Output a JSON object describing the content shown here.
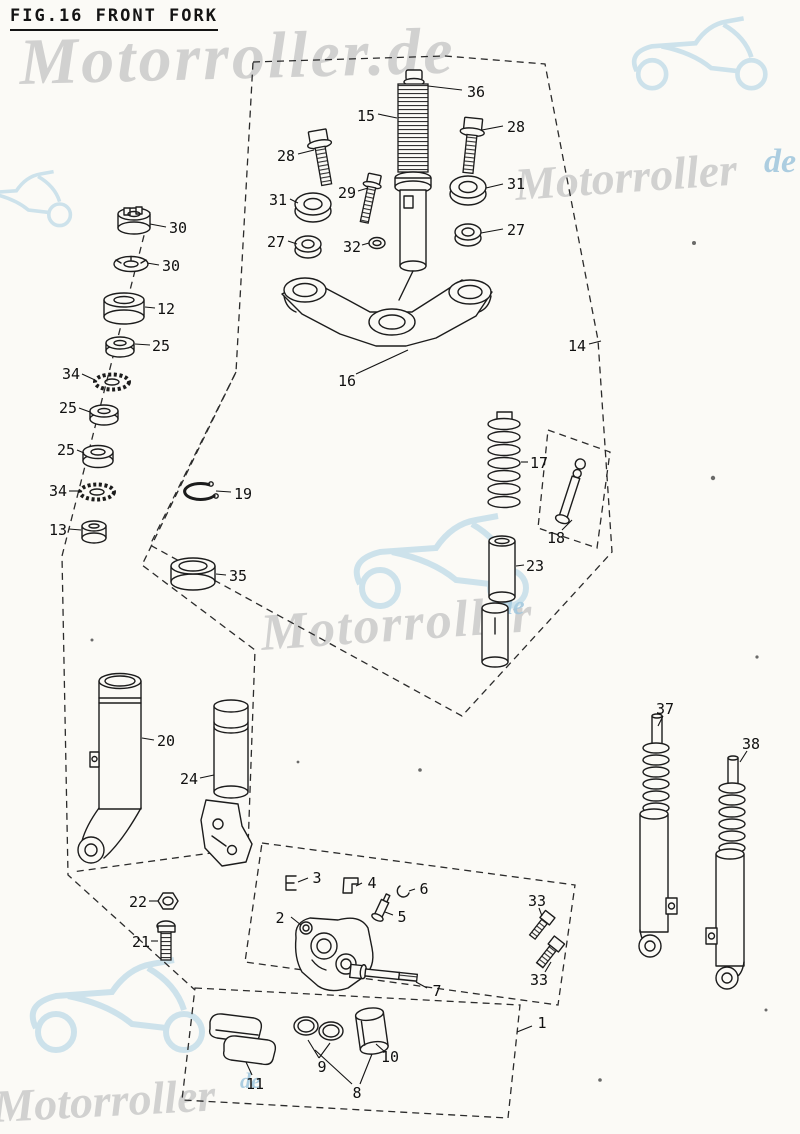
{
  "page": {
    "title": "FIG.16 FRONT FORK"
  },
  "watermark": {
    "full": "Motorroller.de",
    "name": "Motorroller",
    "tld": "de",
    "text_color": "#c7c7c7",
    "accent_color": "#9fc6dd"
  },
  "labels": {
    "p36": "36",
    "p15": "15",
    "p28a": "28",
    "p29": "29",
    "p28b": "28",
    "p31a": "31",
    "p31b": "31",
    "p27a": "27",
    "p32": "32",
    "p27b": "27",
    "p30a": "30",
    "p30b": "30",
    "p12": "12",
    "p25a": "25",
    "p34a": "34",
    "p25b": "25",
    "p25c": "25",
    "p34b": "34",
    "p13": "13",
    "p19": "19",
    "p35": "35",
    "p16": "16",
    "p14": "14",
    "p17": "17",
    "p18": "18",
    "p23": "23",
    "p20": "20",
    "p24": "24",
    "p22": "22",
    "p21": "21",
    "p2": "2",
    "p3": "3",
    "p4": "4",
    "p5": "5",
    "p6": "6",
    "p7": "7",
    "p33a": "33",
    "p33b": "33",
    "p37": "37",
    "p38": "38",
    "p1": "1",
    "p11": "11",
    "p9": "9",
    "p10": "10",
    "p8": "8"
  }
}
